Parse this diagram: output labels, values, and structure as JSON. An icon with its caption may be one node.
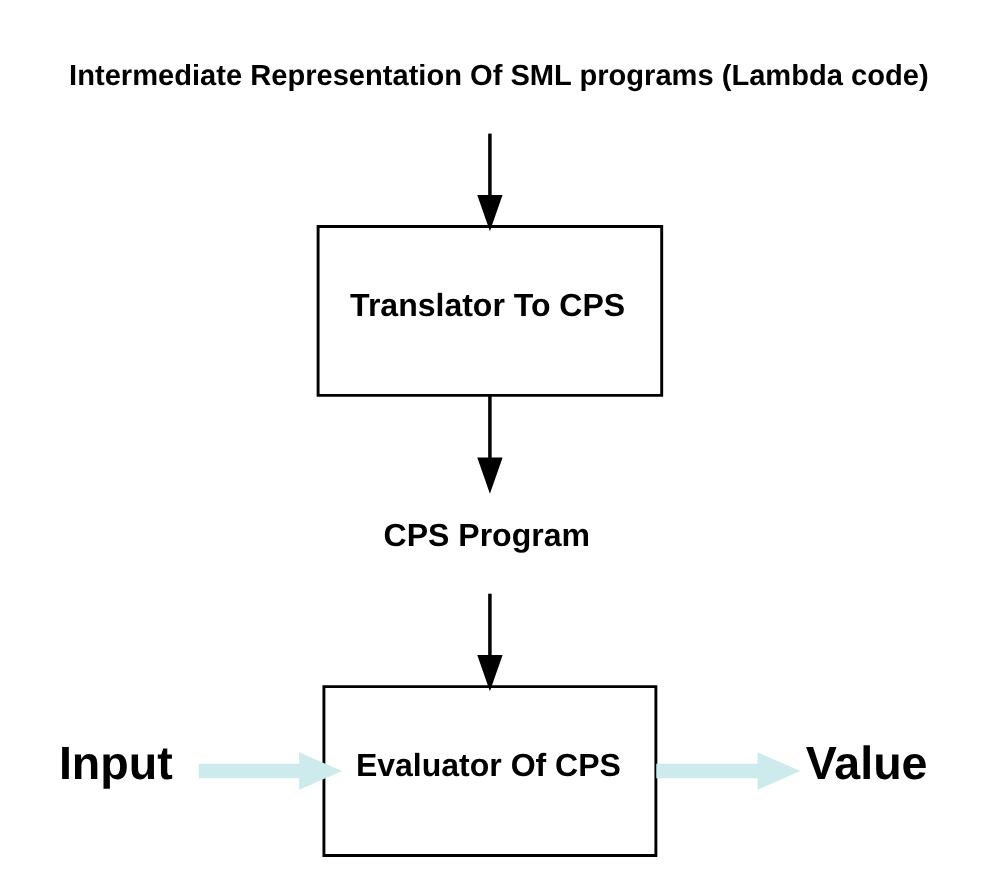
{
  "diagram": {
    "nodes": [
      {
        "text": [
          "Intermediate Representation Of SML programs (Lambda code)"
        ]
      },
      {
        "text": [
          "Translator To CPS"
        ]
      },
      {
        "text": [
          "CPS Program"
        ]
      },
      {
        "text": [
          "Evaluator Of CPS"
        ]
      },
      {
        "text": [
          "Input"
        ]
      },
      {
        "text": [
          "Value"
        ]
      }
    ],
    "edges": [
      {
        "from": 0,
        "to": 1,
        "arrow": "to"
      },
      {
        "from": 1,
        "to": 2,
        "arrow": "to"
      },
      {
        "from": 2,
        "to": 3,
        "arrow": "to"
      },
      {
        "from": 4,
        "to": 3,
        "arrow": "to",
        "style": "thick",
        "color": "#cdeaec"
      },
      {
        "from": 3,
        "to": 5,
        "arrow": "to",
        "style": "thick",
        "color": "#cdeaec"
      }
    ]
  }
}
